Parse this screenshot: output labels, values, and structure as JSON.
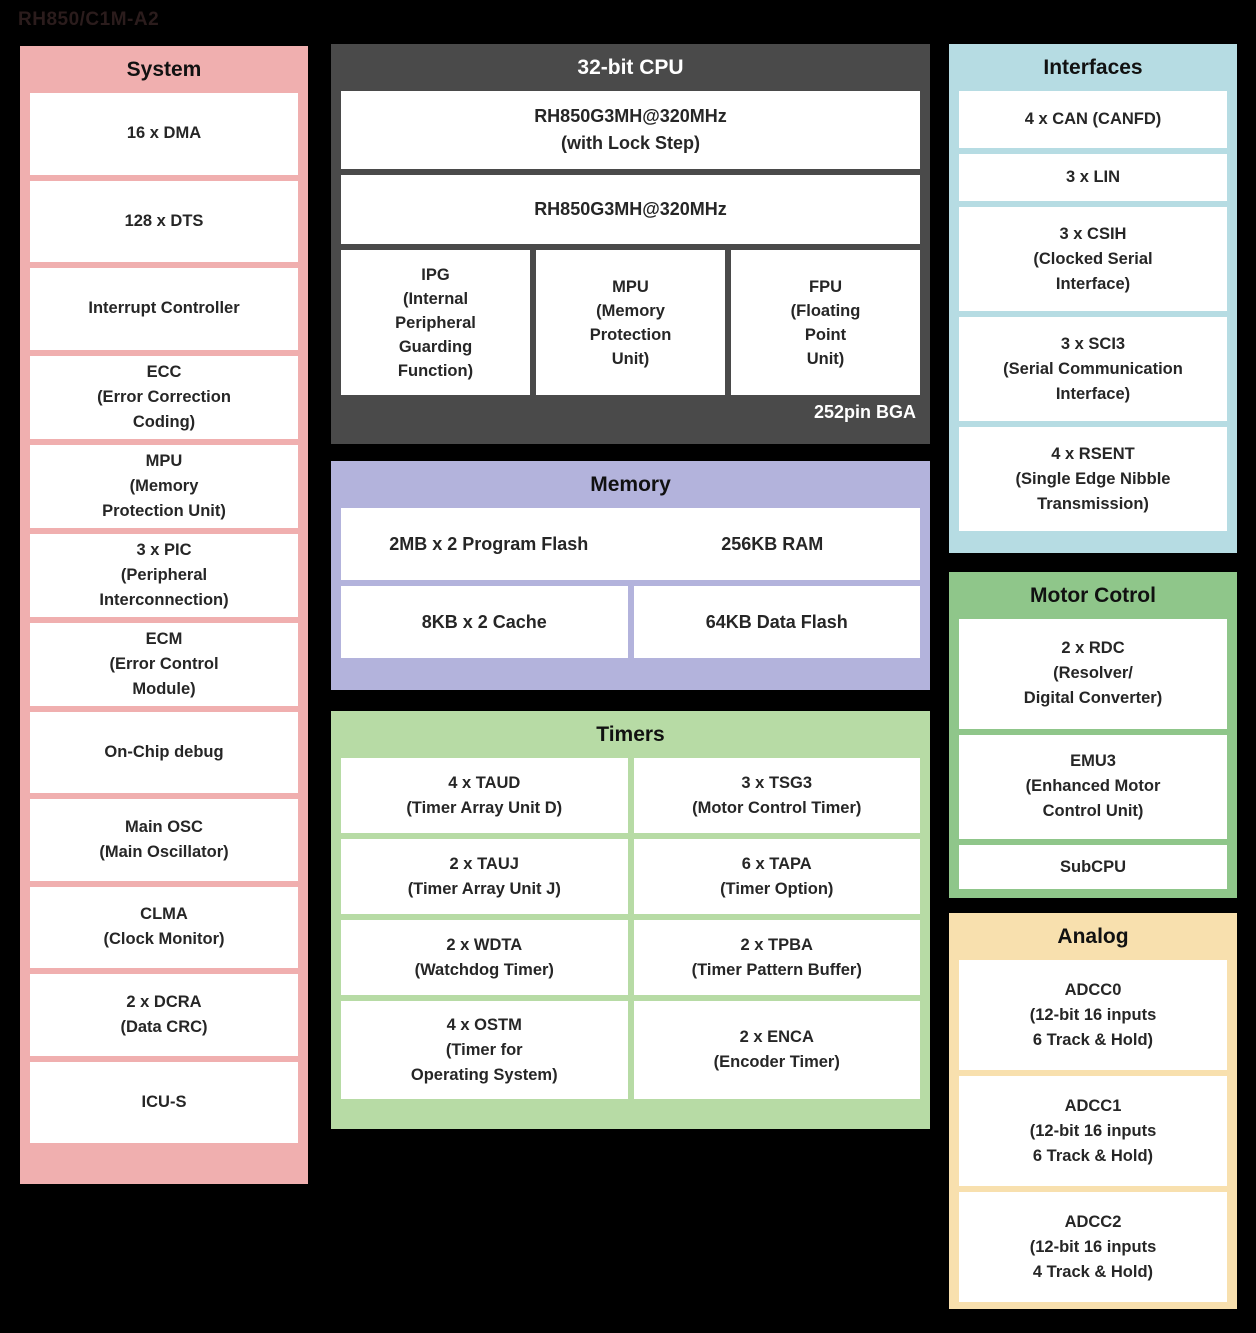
{
  "page": {
    "title": "RH850/C1M-A2"
  },
  "system": {
    "title": "System",
    "color": "#F0AFAF",
    "items": [
      "16 x DMA",
      "128 x DTS",
      "Interrupt Controller",
      "ECC\n(Error Correction\nCoding)",
      "MPU\n(Memory\nProtection Unit)",
      "3 x PIC\n(Peripheral\nInterconnection)",
      "ECM\n(Error Control\nModule)",
      "On-Chip debug",
      "Main OSC\n(Main Oscillator)",
      "CLMA\n(Clock Monitor)",
      "2 x DCRA\n(Data CRC)",
      "ICU-S"
    ]
  },
  "cpu": {
    "title": "32-bit CPU",
    "color": "#4A4A4A",
    "cores": [
      "RH850G3MH@320MHz\n(with Lock Step)",
      "RH850G3MH@320MHz"
    ],
    "units": [
      "IPG\n(Internal\nPeripheral\nGuarding\nFunction)",
      "MPU\n(Memory\nProtection\nUnit)",
      "FPU\n(Floating\nPoint\nUnit)"
    ],
    "package": "252pin BGA"
  },
  "memory": {
    "title": "Memory",
    "color": "#B3B3DC",
    "top_row": [
      "2MB x 2 Program Flash",
      "256KB RAM"
    ],
    "bottom_row": [
      "8KB x 2 Cache",
      "64KB Data Flash"
    ]
  },
  "timers": {
    "title": "Timers",
    "color": "#B7DBA5",
    "rows": [
      [
        "4 x TAUD\n(Timer Array Unit D)",
        "3 x TSG3\n(Motor Control Timer)"
      ],
      [
        "2 x TAUJ\n(Timer Array Unit J)",
        "6 x TAPA\n(Timer Option)"
      ],
      [
        "2 x WDTA\n(Watchdog Timer)",
        "2 x TPBA\n(Timer Pattern Buffer)"
      ],
      [
        "4 x OSTM\n(Timer for\nOperating System)",
        "2 x ENCA\n(Encoder Timer)"
      ]
    ]
  },
  "interfaces": {
    "title": "Interfaces",
    "color": "#B6DCE3",
    "items": [
      "4 x CAN (CANFD)",
      "3 x LIN",
      "3 x CSIH\n(Clocked Serial\nInterface)",
      "3 x SCI3\n(Serial Communication\nInterface)",
      "4 x RSENT\n(Single Edge Nibble\nTransmission)"
    ]
  },
  "motor_control": {
    "title": "Motor Cotrol",
    "color": "#8FC68A",
    "items": [
      "2 x RDC\n(Resolver/\nDigital Converter)",
      "EMU3\n(Enhanced Motor\nControl Unit)",
      "SubCPU"
    ]
  },
  "analog": {
    "title": "Analog",
    "color": "#F8E0AE",
    "items": [
      "ADCC0\n(12-bit 16 inputs\n6 Track & Hold)",
      "ADCC1\n(12-bit  16 inputs\n6 Track & Hold)",
      "ADCC2\n(12-bit  16 inputs\n4 Track & Hold)"
    ]
  }
}
